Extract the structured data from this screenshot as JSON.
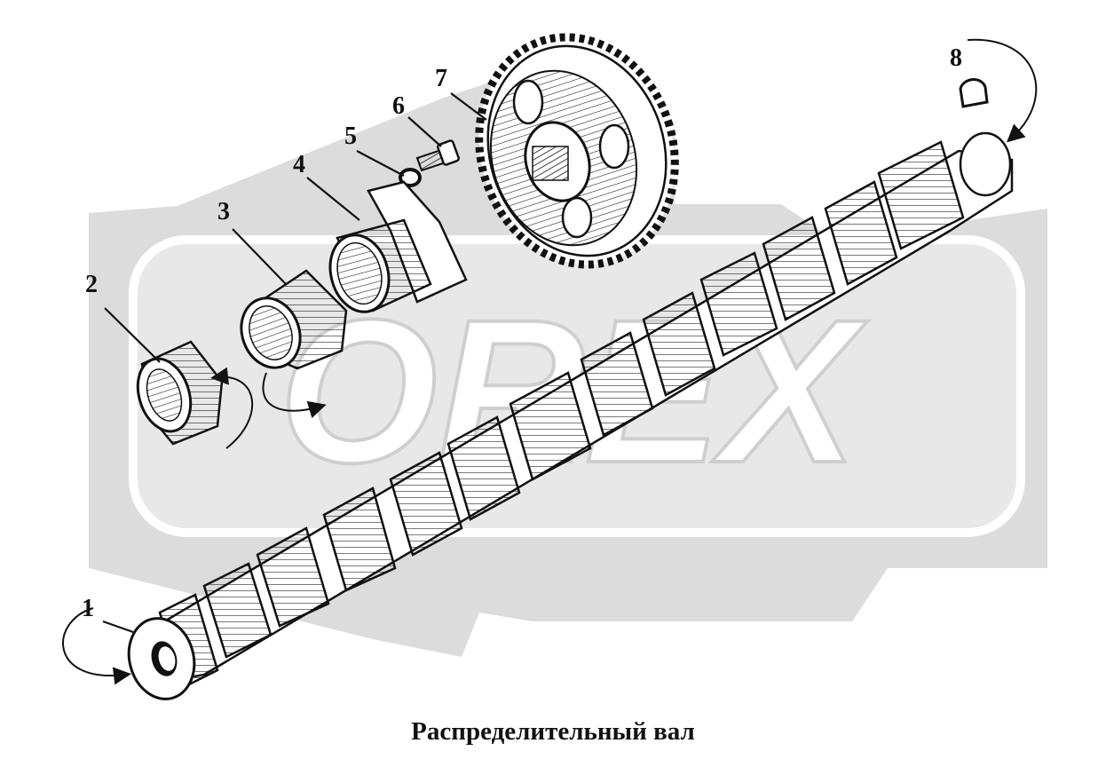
{
  "caption": "Распределительный вал",
  "watermark": {
    "text": "OREX",
    "color": "#d9d9d9"
  },
  "callouts": [
    "1",
    "2",
    "3",
    "4",
    "5",
    "6",
    "7",
    "8"
  ],
  "colors": {
    "line": "#111111",
    "watermark": "#d9d9d9",
    "background": "#ffffff"
  },
  "parts": [
    {
      "id": "1",
      "icon": "camshaft-icon"
    },
    {
      "id": "2",
      "icon": "bushing-ring-icon"
    },
    {
      "id": "3",
      "icon": "bushing-icon"
    },
    {
      "id": "4",
      "icon": "thrust-flange-icon"
    },
    {
      "id": "5",
      "icon": "washer-icon"
    },
    {
      "id": "6",
      "icon": "bolt-icon"
    },
    {
      "id": "7",
      "icon": "gear-icon"
    },
    {
      "id": "8",
      "icon": "key-icon"
    }
  ]
}
